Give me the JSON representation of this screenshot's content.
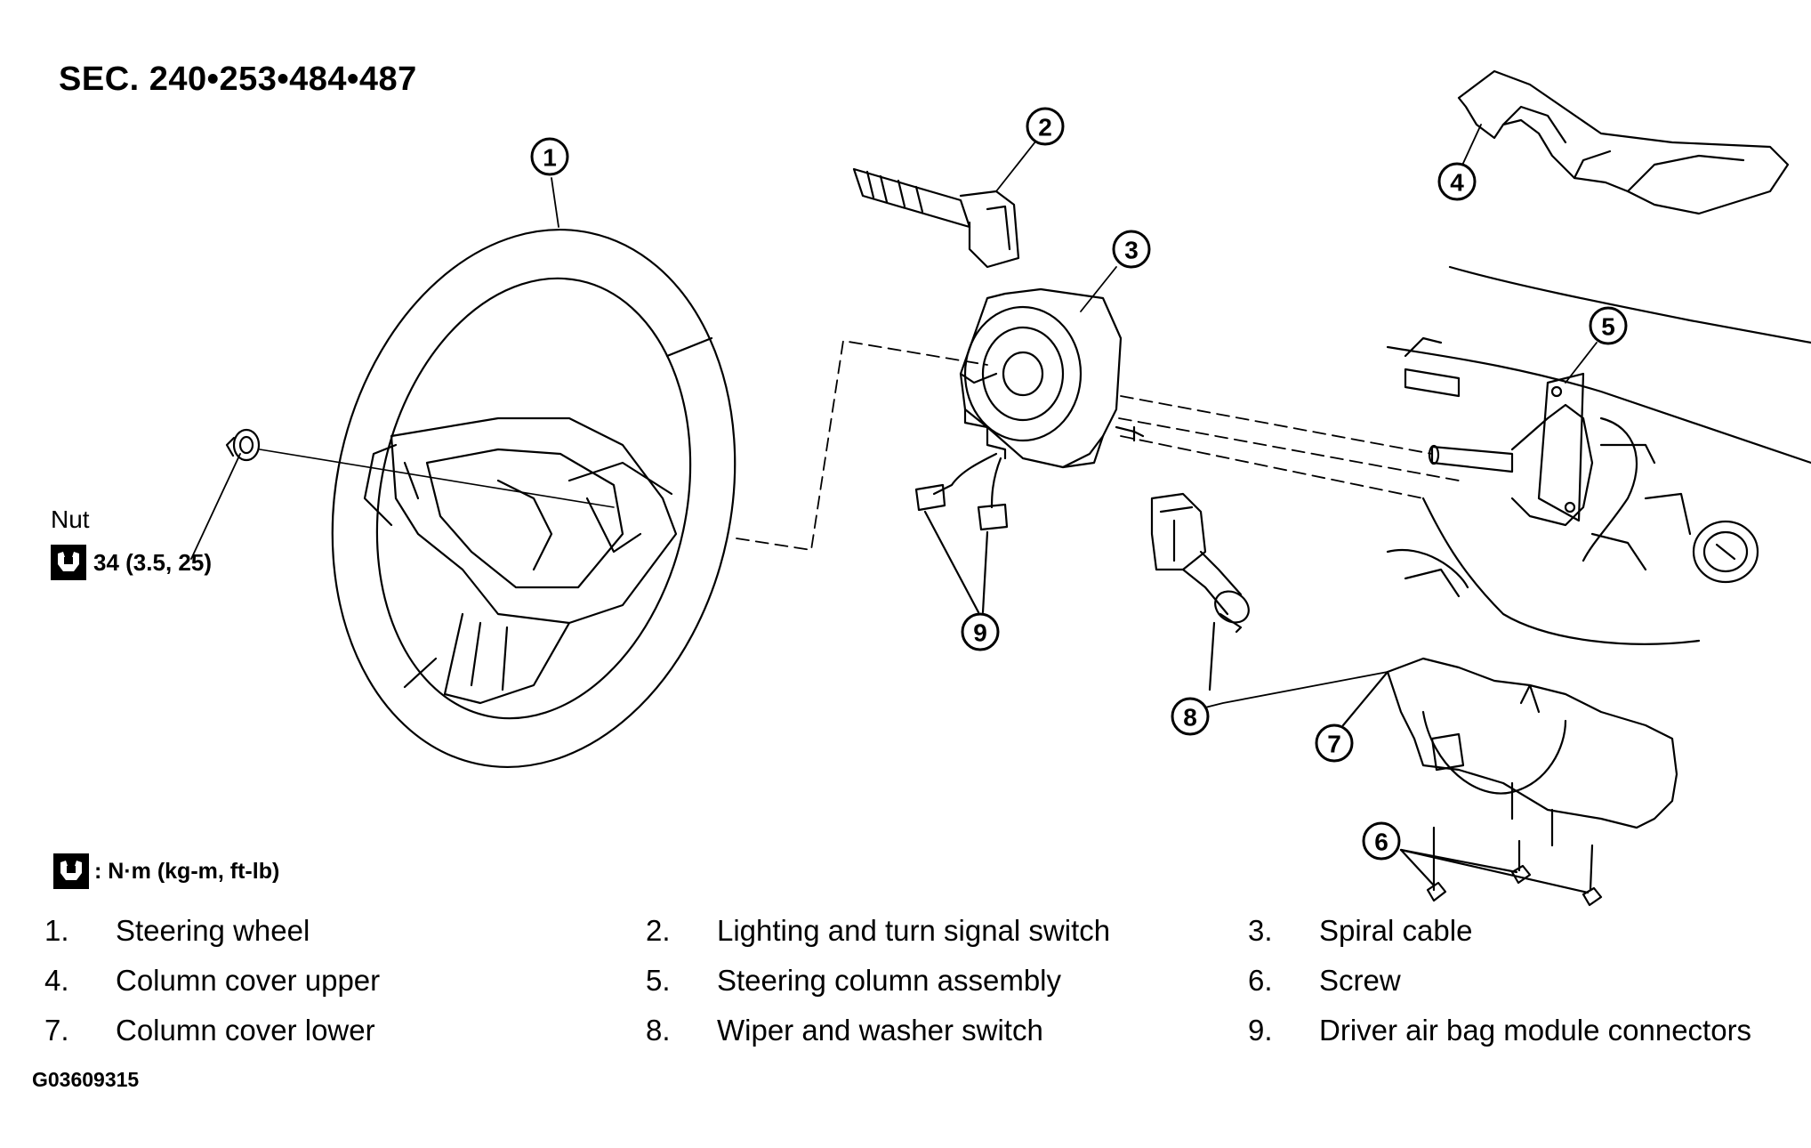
{
  "section": "SEC. 240•253•484•487",
  "nut": {
    "label": "Nut",
    "torque": "34 (3.5, 25)"
  },
  "units": ": N·m (kg-m, ft-lb)",
  "callouts": [
    "1",
    "2",
    "3",
    "4",
    "5",
    "6",
    "7",
    "8",
    "9"
  ],
  "legend": [
    {
      "num": "1.",
      "text": "Steering wheel"
    },
    {
      "num": "2.",
      "text": "Lighting and turn signal switch"
    },
    {
      "num": "3.",
      "text": "Spiral cable"
    },
    {
      "num": "4.",
      "text": "Column cover upper"
    },
    {
      "num": "5.",
      "text": "Steering column assembly"
    },
    {
      "num": "6.",
      "text": "Screw"
    },
    {
      "num": "7.",
      "text": "Column cover lower"
    },
    {
      "num": "8.",
      "text": "Wiper and washer switch"
    },
    {
      "num": "9.",
      "text": "Driver air bag module connectors"
    }
  ],
  "figure_id": "G03609315",
  "colors": {
    "ink": "#000000",
    "paper": "#ffffff"
  },
  "icons": {
    "torque": "torque-wrench-icon"
  }
}
